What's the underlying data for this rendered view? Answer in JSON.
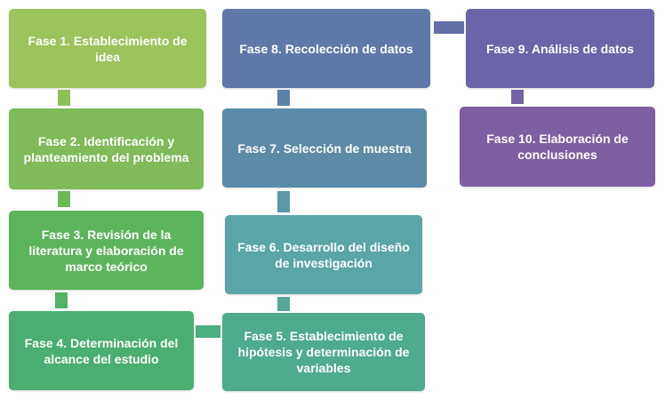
{
  "phases": [
    {
      "label": "Fase 1. Establecimiento de idea",
      "color": "#9dc45c"
    },
    {
      "label": "Fase 2. Identificación y planteamiento del problema",
      "color": "#80bb5a"
    },
    {
      "label": "Fase 3. Revisión de la literatura y elaboración de marco teórico",
      "color": "#5cb55a"
    },
    {
      "label": "Fase 4. Determinación del alcance del estudio",
      "color": "#4aae73"
    },
    {
      "label": "Fase 5. Establecimiento de hipótesis y determinación de variables",
      "color": "#4fab8e"
    },
    {
      "label": "Fase 6. Desarrollo del diseño de investigación",
      "color": "#5aa6a6"
    },
    {
      "label": "Fase 7. Selección de muestra",
      "color": "#5b8ba8"
    },
    {
      "label": "Fase 8. Recolección de datos",
      "color": "#5f78a9"
    },
    {
      "label": "Fase 9. Análisis de datos",
      "color": "#6a64a8"
    },
    {
      "label": "Fase 10. Elaboración de conclusiones",
      "color": "#7e5fa3"
    }
  ]
}
